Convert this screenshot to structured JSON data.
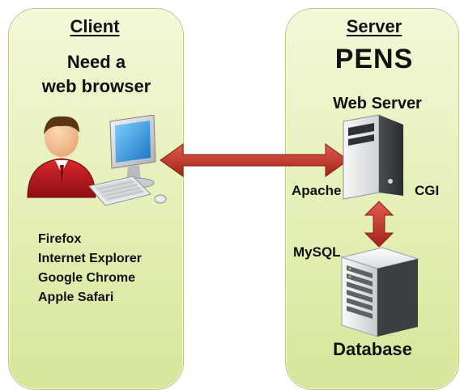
{
  "client": {
    "heading": "Client",
    "need_line1": "Need a",
    "need_line2": "web browser",
    "browsers": [
      "Firefox",
      "Internet Explorer",
      "Google Chrome",
      "Apple Safari"
    ]
  },
  "server": {
    "heading": "Server",
    "name": "PENS",
    "web_server_label": "Web Server",
    "apache_label": "Apache",
    "cgi_label": "CGI",
    "mysql_label": "MySQL",
    "database_label": "Database"
  },
  "colors": {
    "panel_top": "#f3f8d8",
    "panel_bottom": "#d6e69a",
    "arrow": "#c0392b",
    "person_shirt": "#b3151b",
    "monitor_screen": "#2a8fd6"
  }
}
